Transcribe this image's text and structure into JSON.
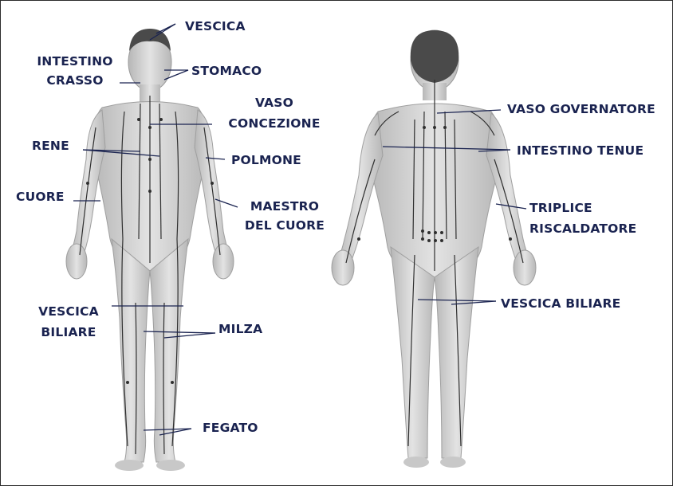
{
  "figure": {
    "alt": ""
  },
  "labels": {
    "vescica": "VESCICA",
    "stomaco": "STOMACO",
    "intestino_crasso_1": "INTESTINO",
    "intestino_crasso_2": "CRASSO",
    "vaso_concezione_1": "VASO",
    "vaso_concezione_2": "CONCEZIONE",
    "rene": "RENE",
    "polmone": "POLMONE",
    "cuore": "CUORE",
    "maestro_1": "MAESTRO",
    "maestro_2": "DEL CUORE",
    "vescica_biliare_front_1": "VESCICA",
    "vescica_biliare_front_2": "BILIARE",
    "milza": "MILZA",
    "fegato": "FEGATO",
    "vaso_governatore": "VASO GOVERNATORE",
    "intestino_tenue": "INTESTINO TENUE",
    "triplice_1": "TRIPLICE",
    "triplice_2": "RISCALDATORE",
    "vescica_biliare_back": "VESCICA BILIARE"
  },
  "colors": {
    "body_fill": "#d6d6d6",
    "body_shade": "#b9b9b9",
    "hair": "#4a4a4a",
    "meridian": "#2f2f2f",
    "label_text": "#1a2350",
    "border": "#2b2b2b"
  }
}
